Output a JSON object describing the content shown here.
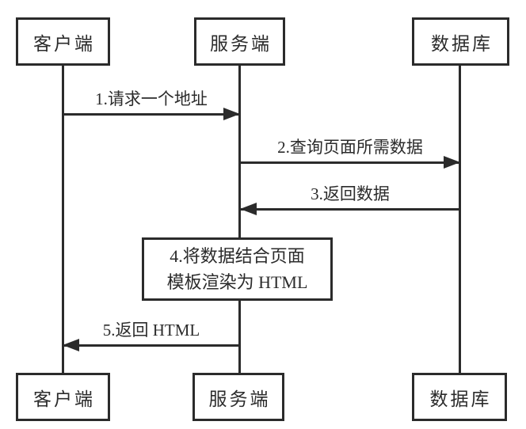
{
  "diagram": {
    "kind": "sequence-diagram",
    "colors": {
      "stroke": "#2b2b2b",
      "background": "#ffffff"
    }
  },
  "actors": [
    {
      "id": "client",
      "label": "客户端"
    },
    {
      "id": "server",
      "label": "服务端"
    },
    {
      "id": "database",
      "label": "数据库"
    }
  ],
  "messages": [
    {
      "seq": 1,
      "label": "1.请求一个地址",
      "from": "client",
      "to": "server",
      "direction": "right"
    },
    {
      "seq": 2,
      "label": "2.查询页面所需数据",
      "from": "server",
      "to": "database",
      "direction": "right"
    },
    {
      "seq": 3,
      "label": "3.返回数据",
      "from": "database",
      "to": "server",
      "direction": "left"
    },
    {
      "seq": 5,
      "label": "5.返回 HTML",
      "from": "server",
      "to": "client",
      "direction": "left"
    }
  ],
  "self_action": {
    "seq": 4,
    "on": "server",
    "line1": "4.将数据结合页面",
    "line2": "模板渲染为 HTML"
  }
}
